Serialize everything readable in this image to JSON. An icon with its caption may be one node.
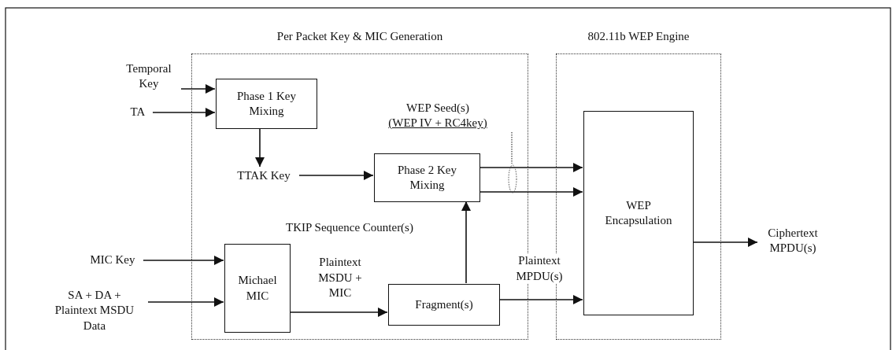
{
  "diagram": {
    "nodes": [
      {
        "text": [
          "Per Packet Key & MIC Generation"
        ]
      },
      {
        "text": [
          "802.11b WEP Engine"
        ]
      },
      {
        "text": [
          "Temporal Key"
        ]
      },
      {
        "text": [
          "TA"
        ]
      },
      {
        "text": [
          "Phase 1 Key Mixing"
        ],
        "in": 0
      },
      {
        "text": [
          "TTAK Key"
        ],
        "in": 0
      },
      {
        "text": [
          "WEP Seed(s)",
          "(WEP IV + RC4key)"
        ],
        "in": 0
      },
      {
        "text": [],
        "shape": "ellipse",
        "in": 0
      },
      {
        "text": [
          "Phase 2 Key Mixing"
        ],
        "in": 0
      },
      {
        "text": [
          "WEP Encapsulation"
        ],
        "in": 1
      },
      {
        "text": [
          "Ciphertext MPDU(s)"
        ]
      },
      {
        "text": [
          "MIC Key"
        ]
      },
      {
        "text": [
          "SA + DA + Plaintext MSDU Data"
        ]
      },
      {
        "text": [
          "Michael MIC"
        ],
        "in": 0
      },
      {
        "text": [
          "Fragment(s)"
        ],
        "in": 0
      }
    ],
    "edges": [
      {
        "from": 2,
        "to": 4,
        "arrow": "to"
      },
      {
        "from": 3,
        "to": 4,
        "arrow": "to"
      },
      {
        "from": 4,
        "to": 5,
        "arrow": "to"
      },
      {
        "from": 5,
        "to": 8,
        "arrow": "to"
      },
      {
        "from": 8,
        "to": 9,
        "arrow": "to"
      },
      {
        "from": 8,
        "to": 9,
        "arrow": "to"
      },
      {
        "from": 9,
        "to": 10,
        "arrow": "to"
      },
      {
        "from": 11,
        "to": 13,
        "arrow": "to"
      },
      {
        "from": 12,
        "to": 13,
        "arrow": "to"
      },
      {
        "from": 13,
        "to": 14,
        "arrow": "to",
        "label": "Plaintext MSDU + MIC"
      },
      {
        "from": 14,
        "to": 8,
        "arrow": "to",
        "label": "TKIP Sequence Counter(s)"
      },
      {
        "from": 14,
        "to": 9,
        "arrow": "to",
        "label": "Plaintext MPDU(s)"
      },
      {
        "from": 6,
        "to": 7,
        "arrow": "none",
        "style": "dashed"
      }
    ]
  }
}
